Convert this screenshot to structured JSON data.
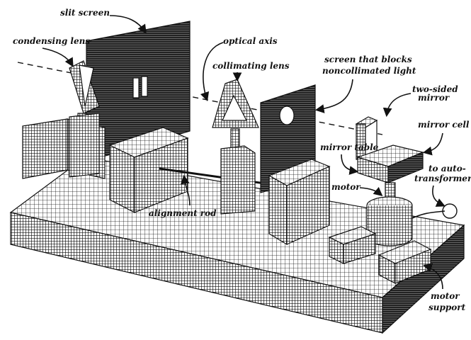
{
  "labels": {
    "slit_screen": "slit screen",
    "condensing_lens": "condensing lens",
    "optical_axis": "optical axis",
    "collimating_lens": "collimating lens",
    "blocking_screen_1": "screen that blocks",
    "blocking_screen_2": "noncollimated light",
    "two_sided_mirror_1": "two-sided",
    "two_sided_mirror_2": "mirror",
    "mirror_cell": "mirror cell",
    "mirror_table": "mirror table",
    "autotransformer_1": "to auto-",
    "autotransformer_2": "transformer",
    "motor": "motor",
    "alignment_rod": "alignment rod",
    "motor_support_1": "motor",
    "motor_support_2": "support"
  },
  "colors": {
    "ink": "#111111",
    "paper": "#ffffff"
  }
}
